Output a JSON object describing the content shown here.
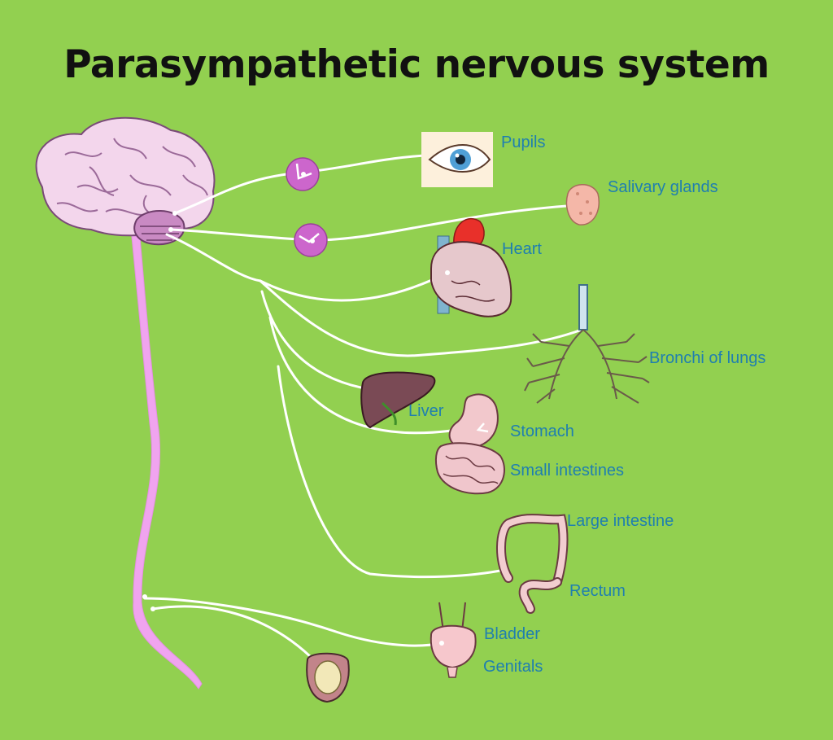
{
  "title": "Parasympathetic nervous system",
  "labels": {
    "pupils": "Pupils",
    "salivary_glands": "Salivary glands",
    "heart": "Heart",
    "bronchi": "Bronchi of lungs",
    "liver": "Liver",
    "stomach": "Stomach",
    "small_intestines": "Small intestines",
    "large_intestine": "Large intestine",
    "rectum": "Rectum",
    "bladder": "Bladder",
    "genitals": "Genitals"
  },
  "colors": {
    "background": "#92d050",
    "title": "#111111",
    "label": "#1f7fb0",
    "nerve": "#ffffff",
    "spinal_cord": "#f0a4ef",
    "ganglion": "#cc66cc",
    "brain": "#f3d6ec"
  }
}
